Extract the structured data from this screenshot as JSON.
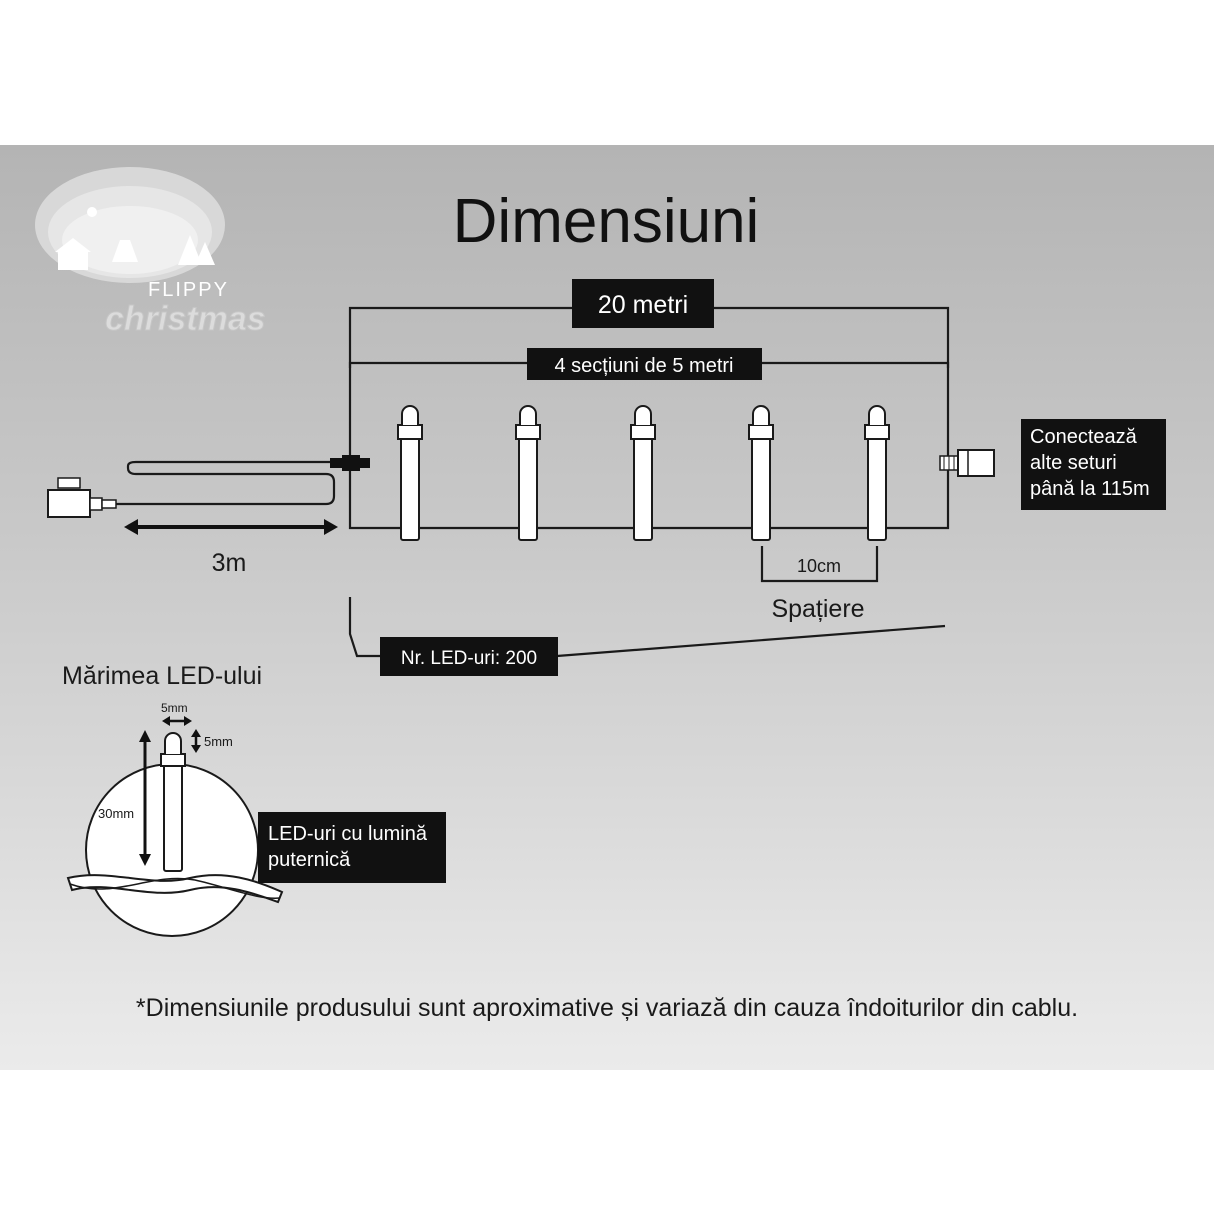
{
  "title": "Dimensiuni",
  "logo": {
    "line1": "FLIPPY",
    "line2": "christmas",
    "icon": "winter-scene-logo"
  },
  "labels": {
    "total_length": "20 metri",
    "sections": "4 secțiuni de 5 metri",
    "connect_line1": "Conectează",
    "connect_line2": "alte seturi",
    "connect_line3": "până la 115m",
    "lead_length": "3m",
    "spacing_value": "10cm",
    "spacing_label": "Spațiere",
    "led_count": "Nr. LED-uri: 200",
    "led_size_title": "Mărimea LED-ului",
    "led_width": "5mm",
    "led_head": "5mm",
    "led_height": "30mm",
    "bright_line1": "LED-uri cu lumină",
    "bright_line2": "puternică"
  },
  "footnote": "*Dimensiunile produsului sunt aproximative și variază din cauza îndoiturilor din cablu.",
  "colors": {
    "label_box": "#111111",
    "label_text": "#ffffff",
    "line": "#1a1a1a",
    "panel_top": "#b4b4b4",
    "panel_bottom": "#ebebeb"
  }
}
